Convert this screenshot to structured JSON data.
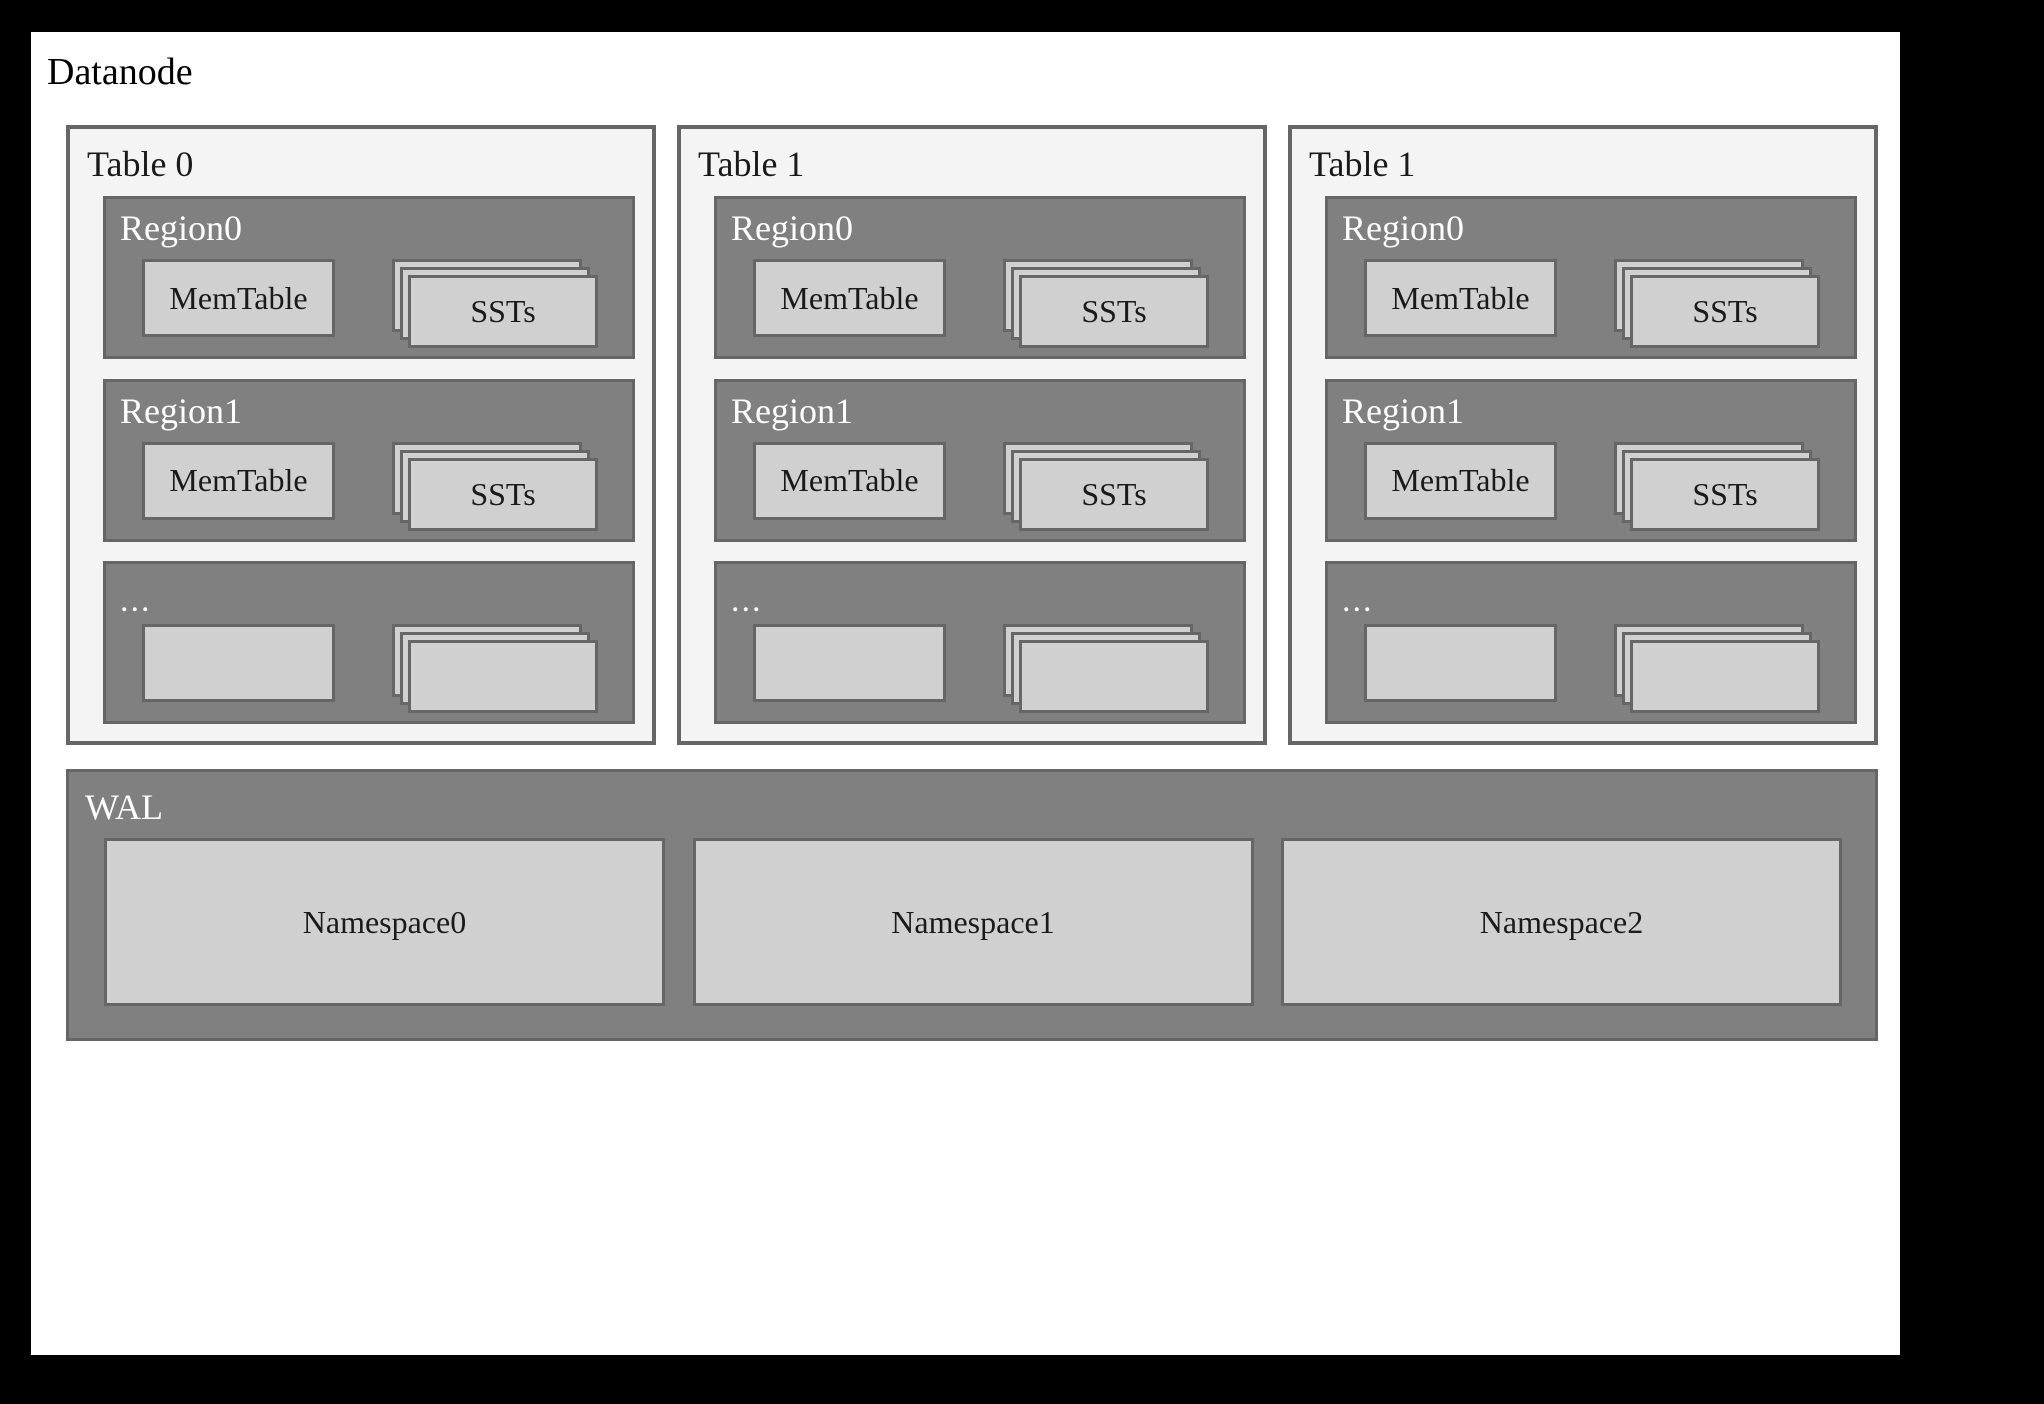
{
  "diagram": {
    "title": "Datanode",
    "tables": [
      {
        "title": "Table 0",
        "regions": [
          {
            "label": "Region0",
            "memtable": "MemTable",
            "ssts": "SSTs"
          },
          {
            "label": "Region1",
            "memtable": "MemTable",
            "ssts": "SSTs"
          },
          {
            "label": "...",
            "memtable": "",
            "ssts": ""
          }
        ]
      },
      {
        "title": "Table 1",
        "regions": [
          {
            "label": "Region0",
            "memtable": "MemTable",
            "ssts": "SSTs"
          },
          {
            "label": "Region1",
            "memtable": "MemTable",
            "ssts": "SSTs"
          },
          {
            "label": "...",
            "memtable": "",
            "ssts": ""
          }
        ]
      },
      {
        "title": "Table 1",
        "regions": [
          {
            "label": "Region0",
            "memtable": "MemTable",
            "ssts": "SSTs"
          },
          {
            "label": "Region1",
            "memtable": "MemTable",
            "ssts": "SSTs"
          },
          {
            "label": "...",
            "memtable": "",
            "ssts": ""
          }
        ]
      }
    ],
    "wal": {
      "label": "WAL",
      "namespaces": [
        "Namespace0",
        "Namespace1",
        "Namespace2"
      ]
    },
    "colors": {
      "outer_border": "#000000",
      "canvas": "#ffffff",
      "table_panel_bg": "#f4f4f4",
      "region_bg": "#808080",
      "wal_bg": "#808080",
      "box_fill": "#d0d0d0",
      "stroke": "#666666",
      "dark_text": "#1a1a1a",
      "light_text": "#ffffff"
    }
  }
}
